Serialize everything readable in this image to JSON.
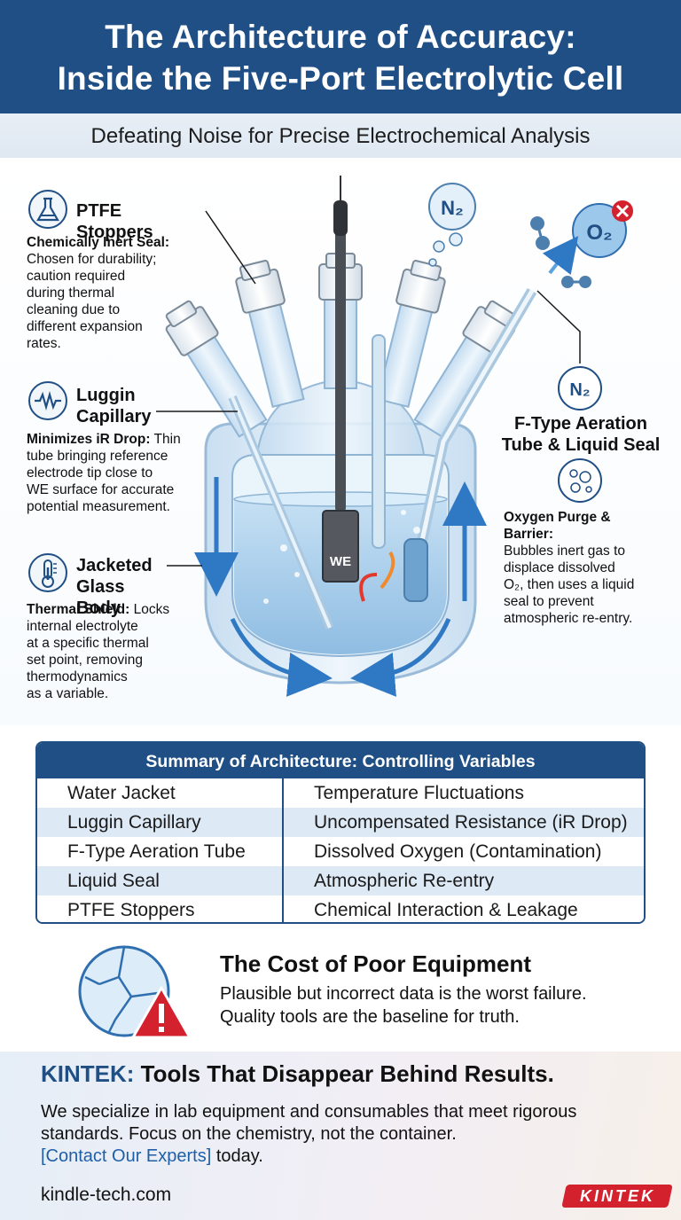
{
  "header": {
    "title_line1": "The Architecture of Accuracy:",
    "title_line2": "Inside the Five-Port Electrolytic Cell",
    "subtitle": "Defeating Noise for Precise Electrochemical Analysis"
  },
  "diagram": {
    "electrode_label": "WE",
    "gas_n2_top": "N₂",
    "gas_n2_right": "N₂",
    "gas_o2": "O₂",
    "callouts": {
      "ptfe": {
        "title": "PTFE Stoppers",
        "lead": "Chemically Inert Seal:",
        "lines": [
          "Chosen for durability;",
          "caution required",
          "during thermal",
          "cleaning due to",
          "different expansion",
          "rates."
        ]
      },
      "luggin": {
        "title_line1": "Luggin",
        "title_line2": "Capillary",
        "lead": "Minimizes iR Drop:",
        "lines": [
          " Thin",
          "tube bringing reference",
          "electrode tip close to",
          "WE surface for accurate",
          "potential measurement."
        ]
      },
      "jacket": {
        "title_line1": "Jacketed",
        "title_line2": "Glass Body",
        "lead": "Thermal Shield:",
        "lines": [
          " Locks",
          "internal electrolyte",
          "at a specific thermal",
          "set point, removing",
          "thermodynamics",
          "as a variable."
        ]
      },
      "aeration": {
        "title_line1": "F-Type Aeration",
        "title_line2": "Tube & Liquid Seal"
      },
      "oxygen": {
        "lead_line1": "Oxygen Purge &",
        "lead_line2": "Barrier:",
        "lines": [
          "Bubbles inert gas to",
          "displace dissolved",
          "O₂, then uses a liquid",
          "seal to prevent",
          "atmospheric re-entry."
        ]
      }
    }
  },
  "summary": {
    "heading": "Summary of Architecture: Controlling Variables",
    "rows": [
      {
        "component": "Water Jacket",
        "variable": "Temperature Fluctuations"
      },
      {
        "component": "Luggin Capillary",
        "variable": "Uncompensated Resistance (iR Drop)"
      },
      {
        "component": "F-Type Aeration Tube",
        "variable": "Dissolved Oxygen (Contamination)"
      },
      {
        "component": "Liquid Seal",
        "variable": "Atmospheric Re-entry"
      },
      {
        "component": "PTFE Stoppers",
        "variable": "Chemical Interaction & Leakage"
      }
    ]
  },
  "cost": {
    "heading": "The Cost of Poor Equipment",
    "line1": "Plausible but incorrect data is the worst failure.",
    "line2": "Quality tools are the baseline for truth."
  },
  "footer": {
    "brand": "KINTEK:",
    "tagline": " Tools That Disappear Behind Results.",
    "body_line1": "We specialize in lab equipment and consumables that meet rigorous",
    "body_line2": "standards. Focus on the chemistry, not the container.",
    "link_text": "[Contact Our Experts]",
    "link_suffix": " today.",
    "site": "kindle-tech.com",
    "logo_text": "KINTEK"
  },
  "colors": {
    "primary": "#1f4f84",
    "warning": "#d3212d",
    "glass": "#cfe3f3",
    "liquid": "#9cc6e8"
  },
  "icons": [
    "flask-icon",
    "resistor-wave-icon",
    "thermometer-icon",
    "n2-gas-icon",
    "bubbles-icon",
    "o2-blocked-icon",
    "broken-glass-icon",
    "warning-icon"
  ]
}
